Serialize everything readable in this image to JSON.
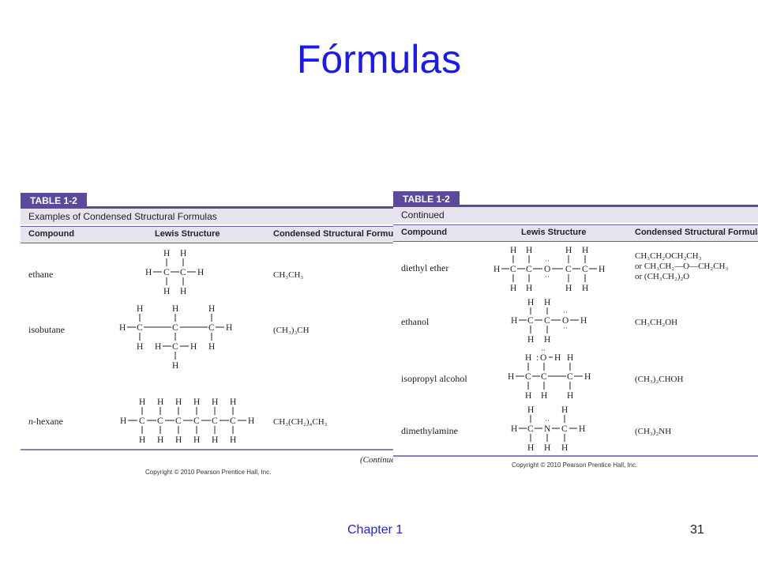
{
  "slide": {
    "title": "Fórmulas",
    "footer_chapter": "Chapter 1",
    "footer_page": "31"
  },
  "left_table": {
    "tab": "TABLE 1-2",
    "caption": "Examples of Condensed Structural Formulas",
    "headers": [
      "Compound",
      "Lewis Structure",
      "Condensed Structural Formula"
    ],
    "rows": [
      {
        "compound": "ethane",
        "formula": "CH₃CH₃"
      },
      {
        "compound": "isobutane",
        "formula": "(CH₃)₃CH"
      },
      {
        "compound_prefix": "n",
        "compound": "-hexane",
        "formula": "CH₃(CH₂)₄CH₃"
      }
    ],
    "continued": "(Continued)",
    "copyright": "Copyright © 2010 Pearson Prentice Hall, Inc."
  },
  "right_table": {
    "tab": "TABLE 1-2",
    "caption": "Continued",
    "headers": [
      "Compound",
      "Lewis Structure",
      "Condensed Structural Formula"
    ],
    "rows": [
      {
        "compound": "diethyl ether",
        "formula_lines": [
          "CH₃CH₂OCH₂CH₃",
          "or   CH₃CH₂—O—CH₂CH₃",
          "or   (CH₃CH₂)₂O"
        ]
      },
      {
        "compound": "ethanol",
        "formula": "CH₃CH₂OH"
      },
      {
        "compound": "isopropyl alcohol",
        "formula": "(CH₃)₂CHOH"
      },
      {
        "compound": "dimethylamine",
        "formula": "(CH₃)₂NH"
      }
    ],
    "copyright": "Copyright © 2010 Pearson Prentice Hall, Inc."
  }
}
